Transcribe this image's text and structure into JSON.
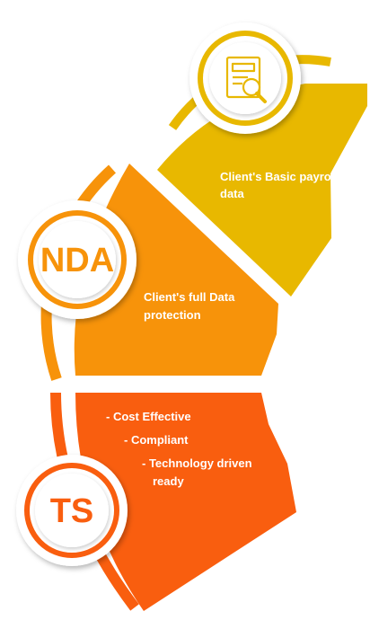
{
  "segments": {
    "top": {
      "color": "#E8B800",
      "icon": "magnifier-document-icon",
      "label_line1": "Client's Basic payroll",
      "label_line2": "data"
    },
    "middle": {
      "color": "#F7930A",
      "badge": "NDA",
      "label_line1": "Client's full Data",
      "label_line2": "protection"
    },
    "bottom": {
      "color": "#F95E0F",
      "badge": "TS",
      "bullets": [
        "- Cost Effective",
        "- Compliant",
        "- Technology driven"
      ],
      "bullet_cont": "ready"
    }
  }
}
